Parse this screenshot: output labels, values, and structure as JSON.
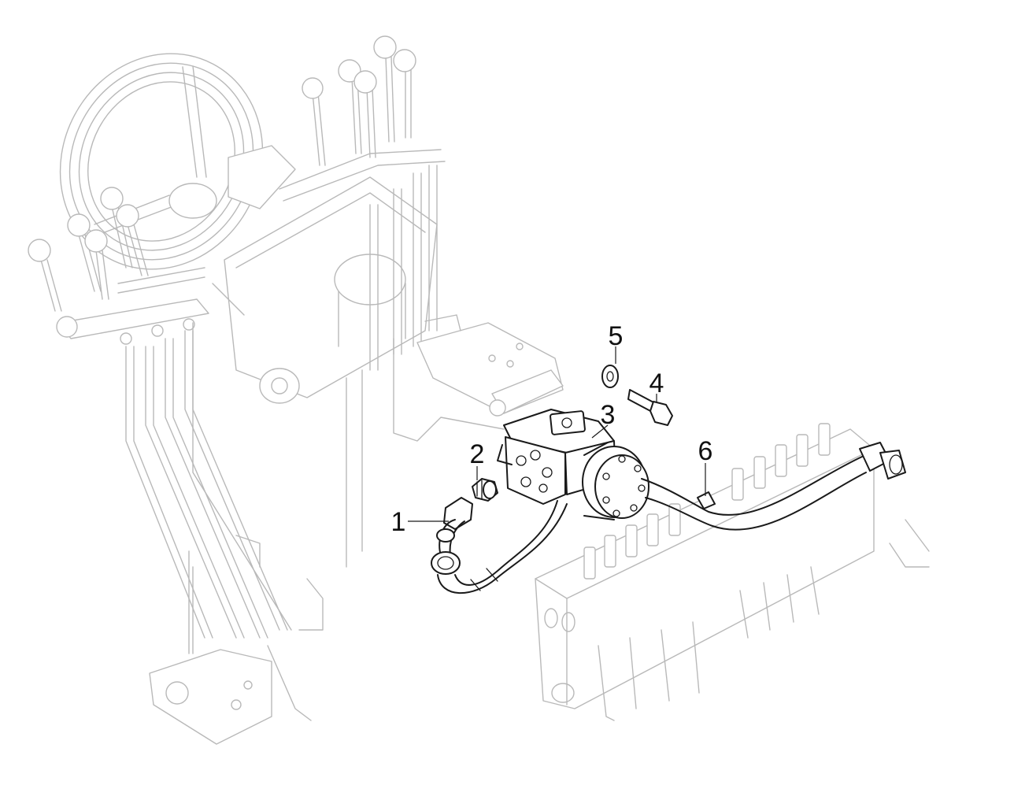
{
  "callouts": [
    {
      "id": "1",
      "label": "1"
    },
    {
      "id": "2",
      "label": "2"
    },
    {
      "id": "3",
      "label": "3"
    },
    {
      "id": "4",
      "label": "4"
    },
    {
      "id": "5",
      "label": "5"
    },
    {
      "id": "6",
      "label": "6"
    }
  ],
  "colors": {
    "ink": "#1a1a1a",
    "ghost": "#b9b9b9",
    "background": "#ffffff"
  }
}
